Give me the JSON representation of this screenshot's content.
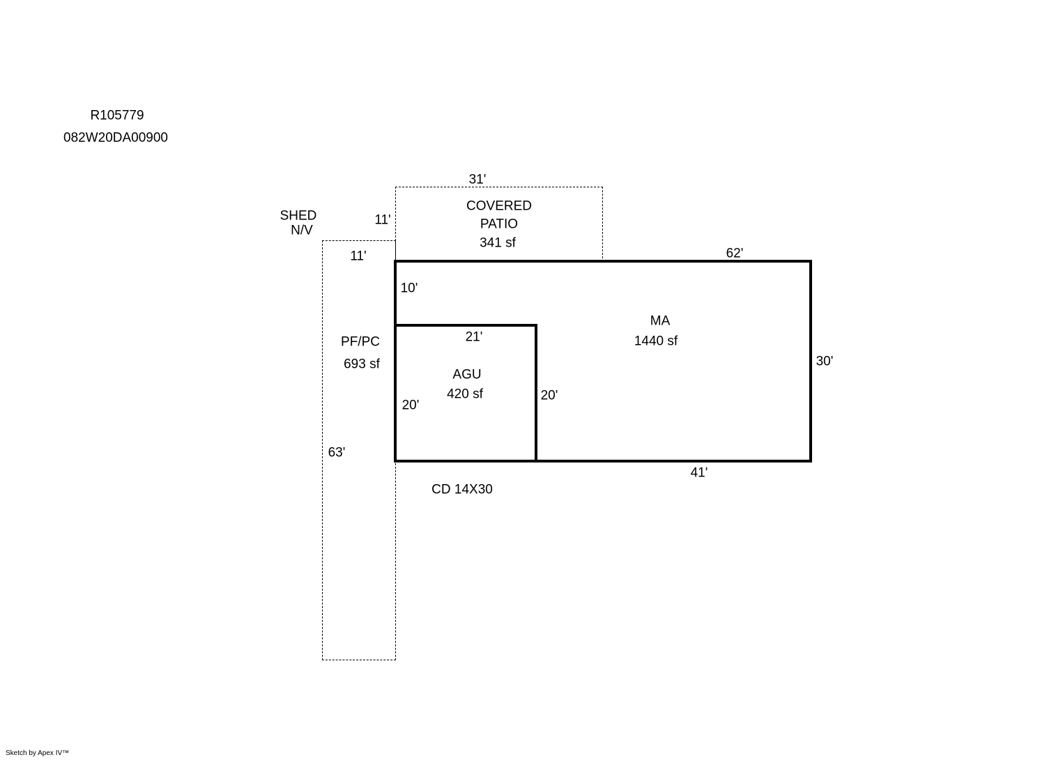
{
  "header": {
    "record_id": "R105779",
    "parcel_id": "082W20DA00900"
  },
  "areas": {
    "covered_patio": {
      "label_line1": "COVERED",
      "label_line2": "PATIO",
      "area": "341 sf",
      "dim_top": "31'",
      "dim_left": "11'"
    },
    "shed": {
      "label_line1": "SHED",
      "label_line2": "N/V",
      "dim_top": "11'",
      "dim_left": "63'"
    },
    "pf_pc": {
      "label": "PF/PC",
      "area": "693 sf"
    },
    "ma": {
      "label": "MA",
      "area": "1440 sf",
      "dim_top": "62'",
      "dim_right": "30'",
      "dim_bottom": "41'",
      "dim_left_upper": "10'"
    },
    "agu": {
      "label": "AGU",
      "area": "420 sf",
      "dim_top": "21'",
      "dim_left": "20'",
      "dim_right": "20'"
    },
    "cd": {
      "label": "CD 14X30"
    }
  },
  "footer": {
    "credit": "Sketch by Apex IV™"
  },
  "colors": {
    "line": "#000000",
    "background": "#ffffff"
  }
}
